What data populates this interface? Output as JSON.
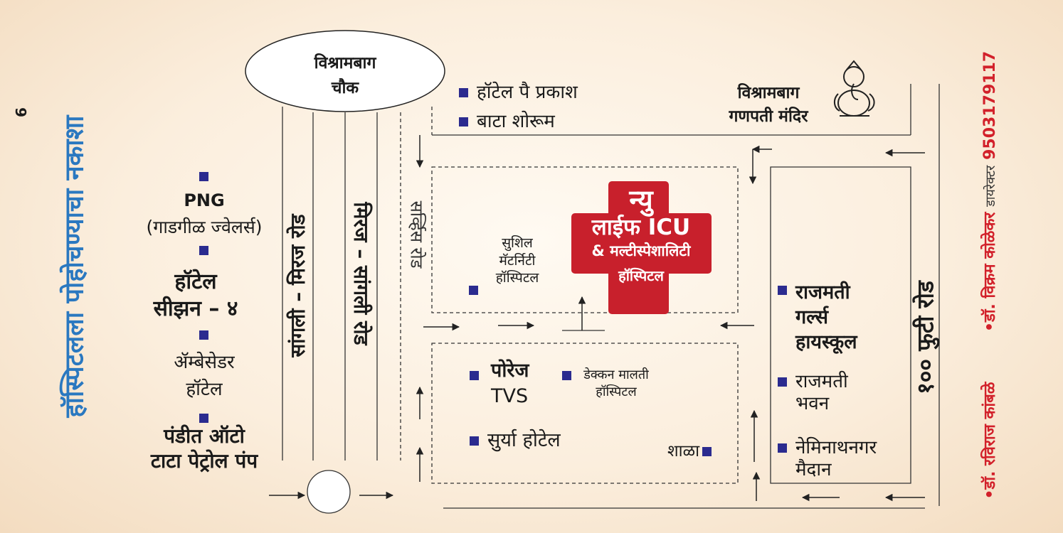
{
  "page_number": "6",
  "map_title": "हॉस्पिटलला पोहोचण्याचा नकाशा",
  "credits": {
    "doctor_1": "•डॉ. रविराज कांबळे",
    "doctor_2": "•डॉ. विक्रम कोळेकर",
    "doctor_2_role": "डायरेक्टर",
    "phone": "9503179117"
  },
  "chowk": {
    "line1": "विश्रामबाग",
    "line2": "चौक"
  },
  "temple": {
    "line1": "विश्रामबाग",
    "line2": "गणपती मंदिर"
  },
  "roads": {
    "sangli_miraj": "सांगली – मिरज रोड",
    "miraj_sangli": "मिरज – सांगली रोड",
    "service_road": "सर्व्हिस रोड",
    "hundred_ft": "१०० फुटी रोड"
  },
  "hospital": {
    "line1": "न्यु",
    "line2": "लाईफ ICU",
    "line3": "& मल्टीस्पेशालिटी",
    "line4": "हॉस्पिटल"
  },
  "left_landmarks": {
    "png": "PNG",
    "png_sub": "(गाडगीळ ज्वेलर्स)",
    "hotel_season_1": "हॉटेल",
    "hotel_season_2": "सीझन – ४",
    "ambassador_1": "ॲम्बेसेडर",
    "ambassador_2": "हॉटेल",
    "pandit_1": "पंडीत ऑटो",
    "pandit_2": "टाटा पेट्रोल पंप"
  },
  "top_landmarks": {
    "hotel_pai": "हॉटेल पै प्रकाश",
    "bata": "बाटा शोरूम"
  },
  "center_landmarks": {
    "sushil_1": "सुशिल",
    "sushil_2": "मॅटर्निटी",
    "sushil_3": "हॉस्पिटल",
    "poreج": "",
    "porej_1": "पोरेज",
    "porej_2": "TVS",
    "deccan_1": "डेक्कन मालती",
    "deccan_2": "हॉस्पिटल",
    "surya": "सुर्या होटेल",
    "school": "शाळा"
  },
  "right_landmarks": {
    "rajmati_school_1": "राजमती",
    "rajmati_school_2": "गर्ल्स",
    "rajmati_school_3": "हायस्कूल",
    "rajmati_bhavan_1": "राजमती",
    "rajmati_bhavan_2": "भवन",
    "neminath_1": "नेमिनाथनगर",
    "neminath_2": "मैदान"
  },
  "colors": {
    "title_blue": "#2a78c0",
    "credit_red": "#d2202a",
    "hospital_red": "#c8202c",
    "marker_blue": "#2b2b8f"
  }
}
